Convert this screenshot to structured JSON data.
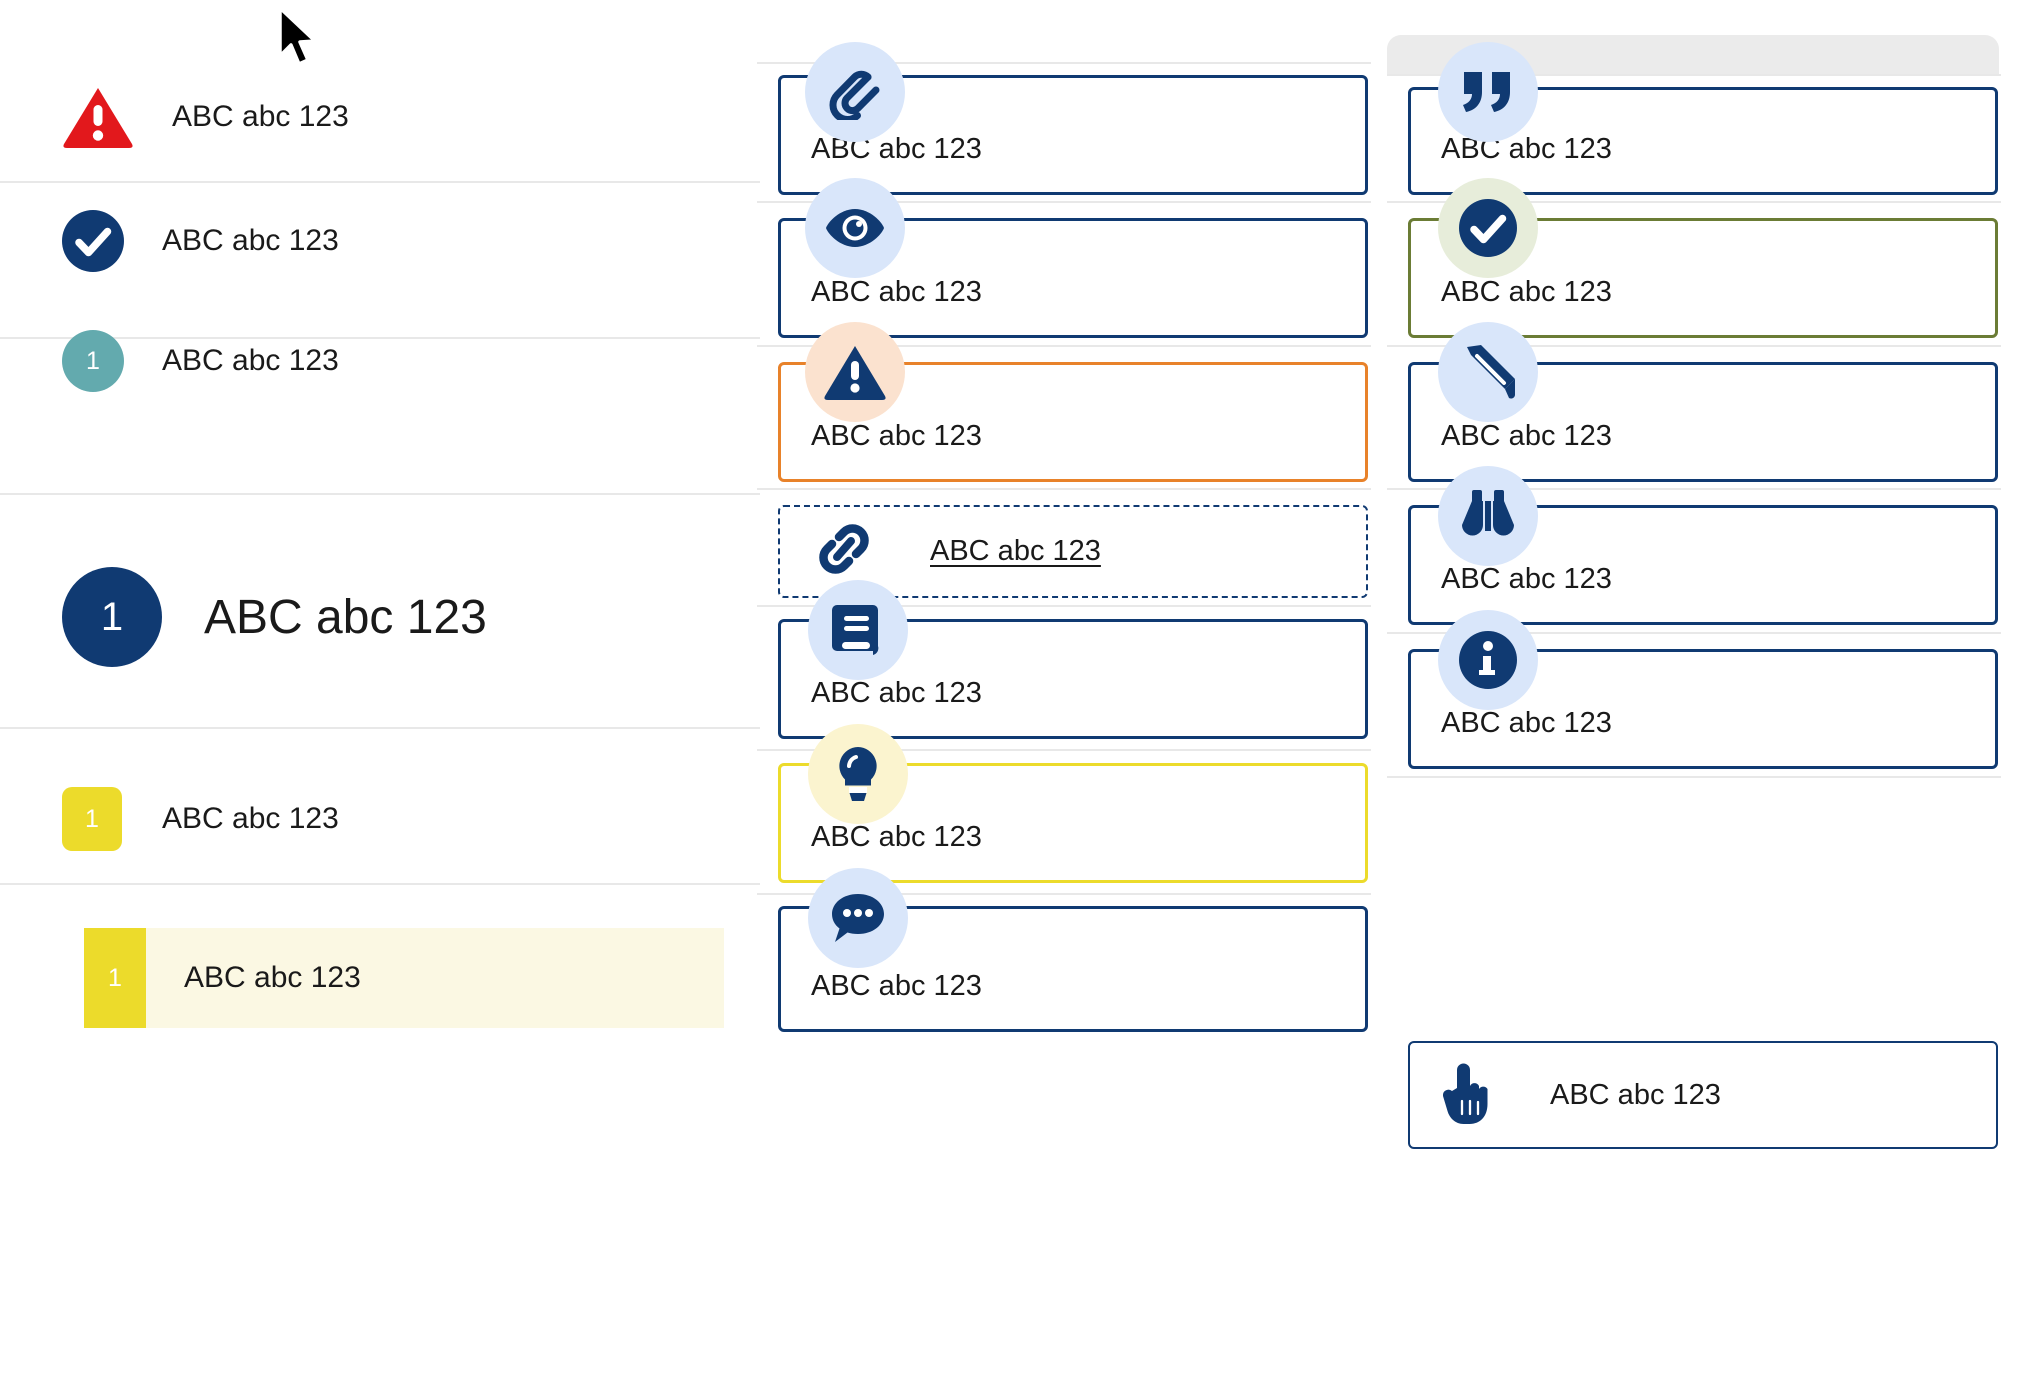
{
  "sample_text": "ABC abc 123",
  "left_panel": {
    "name": "legend-list",
    "rows": [
      {
        "id": "row-error",
        "icon": "warning-triangle-icon",
        "icon_color": "#e2181c",
        "badge_text": "",
        "label": "ABC abc 123",
        "size": "normal",
        "highlighted": false
      },
      {
        "id": "row-success",
        "icon": "check-circle-icon",
        "icon_color": "#103a72",
        "badge_text": "",
        "label": "ABC abc 123",
        "size": "normal",
        "highlighted": false
      },
      {
        "id": "row-teal",
        "icon": "number-circle-icon",
        "icon_color": "#63aaae",
        "badge_text": "1",
        "label": "ABC abc 123",
        "size": "normal",
        "highlighted": false
      },
      {
        "id": "row-primary",
        "icon": "number-circle-icon",
        "icon_color": "#103a72",
        "badge_text": "1",
        "label": "ABC abc 123",
        "size": "large",
        "highlighted": false
      },
      {
        "id": "row-yellow",
        "icon": "number-square-icon",
        "icon_color": "#ecdb2b",
        "badge_text": "1",
        "label": "ABC abc 123",
        "size": "normal",
        "highlighted": false
      },
      {
        "id": "row-selected",
        "icon": "number-square-icon",
        "icon_color": "#ecdb2b",
        "badge_text": "1",
        "label": "ABC abc 123",
        "size": "normal",
        "highlighted": true
      }
    ]
  },
  "middle_column": {
    "name": "callout-column-middle",
    "cards": [
      {
        "id": "card-attachment",
        "icon": "paperclip-icon",
        "bubble": "blue",
        "border": "#103a72",
        "style": "solid",
        "text": "ABC abc 123",
        "link": false
      },
      {
        "id": "card-preview",
        "icon": "eye-icon",
        "bubble": "blue",
        "border": "#103a72",
        "style": "solid",
        "text": "ABC abc 123",
        "link": false
      },
      {
        "id": "card-warning",
        "icon": "warning-triangle-icon",
        "bubble": "peach",
        "border": "#e8822a",
        "style": "solid",
        "text": "ABC abc 123",
        "link": false
      },
      {
        "id": "card-link",
        "icon": "chain-link-icon",
        "bubble": "none",
        "border": "#103a72",
        "style": "dashed",
        "text": "ABC abc 123",
        "link": true
      },
      {
        "id": "card-book",
        "icon": "book-icon",
        "bubble": "blue",
        "border": "#103a72",
        "style": "solid",
        "text": "ABC abc 123",
        "link": false
      },
      {
        "id": "card-idea",
        "icon": "lightbulb-icon",
        "bubble": "cream",
        "border": "#ecdb2b",
        "style": "solid",
        "text": "ABC abc 123",
        "link": false
      },
      {
        "id": "card-comment",
        "icon": "chat-bubble-icon",
        "bubble": "blue",
        "border": "#103a72",
        "style": "solid",
        "text": "ABC abc 123",
        "link": false
      }
    ]
  },
  "right_column": {
    "name": "callout-column-right",
    "cards": [
      {
        "id": "card-quote",
        "icon": "quote-icon",
        "bubble": "blue",
        "border": "#103a72",
        "style": "solid",
        "text": "ABC abc 123",
        "inline": false
      },
      {
        "id": "card-approved",
        "icon": "check-circle-icon",
        "bubble": "green",
        "border": "#6b7c35",
        "style": "solid",
        "text": "ABC abc 123",
        "inline": false
      },
      {
        "id": "card-edit",
        "icon": "pencil-icon",
        "bubble": "blue",
        "border": "#103a72",
        "style": "solid",
        "text": "ABC abc 123",
        "inline": false
      },
      {
        "id": "card-observe",
        "icon": "binoculars-icon",
        "bubble": "blue",
        "border": "#103a72",
        "style": "solid",
        "text": "ABC abc 123",
        "inline": false
      },
      {
        "id": "card-info",
        "icon": "info-circle-icon",
        "bubble": "blue",
        "border": "#103a72",
        "style": "solid",
        "text": "ABC abc 123",
        "inline": false
      },
      {
        "id": "card-action",
        "icon": "pointing-hand-icon",
        "bubble": "none",
        "border": "#103a72",
        "style": "solid",
        "text": "ABC abc 123",
        "inline": true
      }
    ]
  },
  "colors": {
    "navy": "#103a72",
    "red": "#e2181c",
    "teal": "#63aaae",
    "yellow": "#ecdb2b",
    "orange": "#e8822a",
    "olive": "#6b7c35",
    "bubble_blue": "#d9e6fa",
    "bubble_peach": "#fbe2cf",
    "bubble_green": "#e7edda",
    "bubble_cream": "#fbf4cf",
    "selected_row_bg": "#fbf8e3",
    "divider": "#e8e8e8"
  }
}
